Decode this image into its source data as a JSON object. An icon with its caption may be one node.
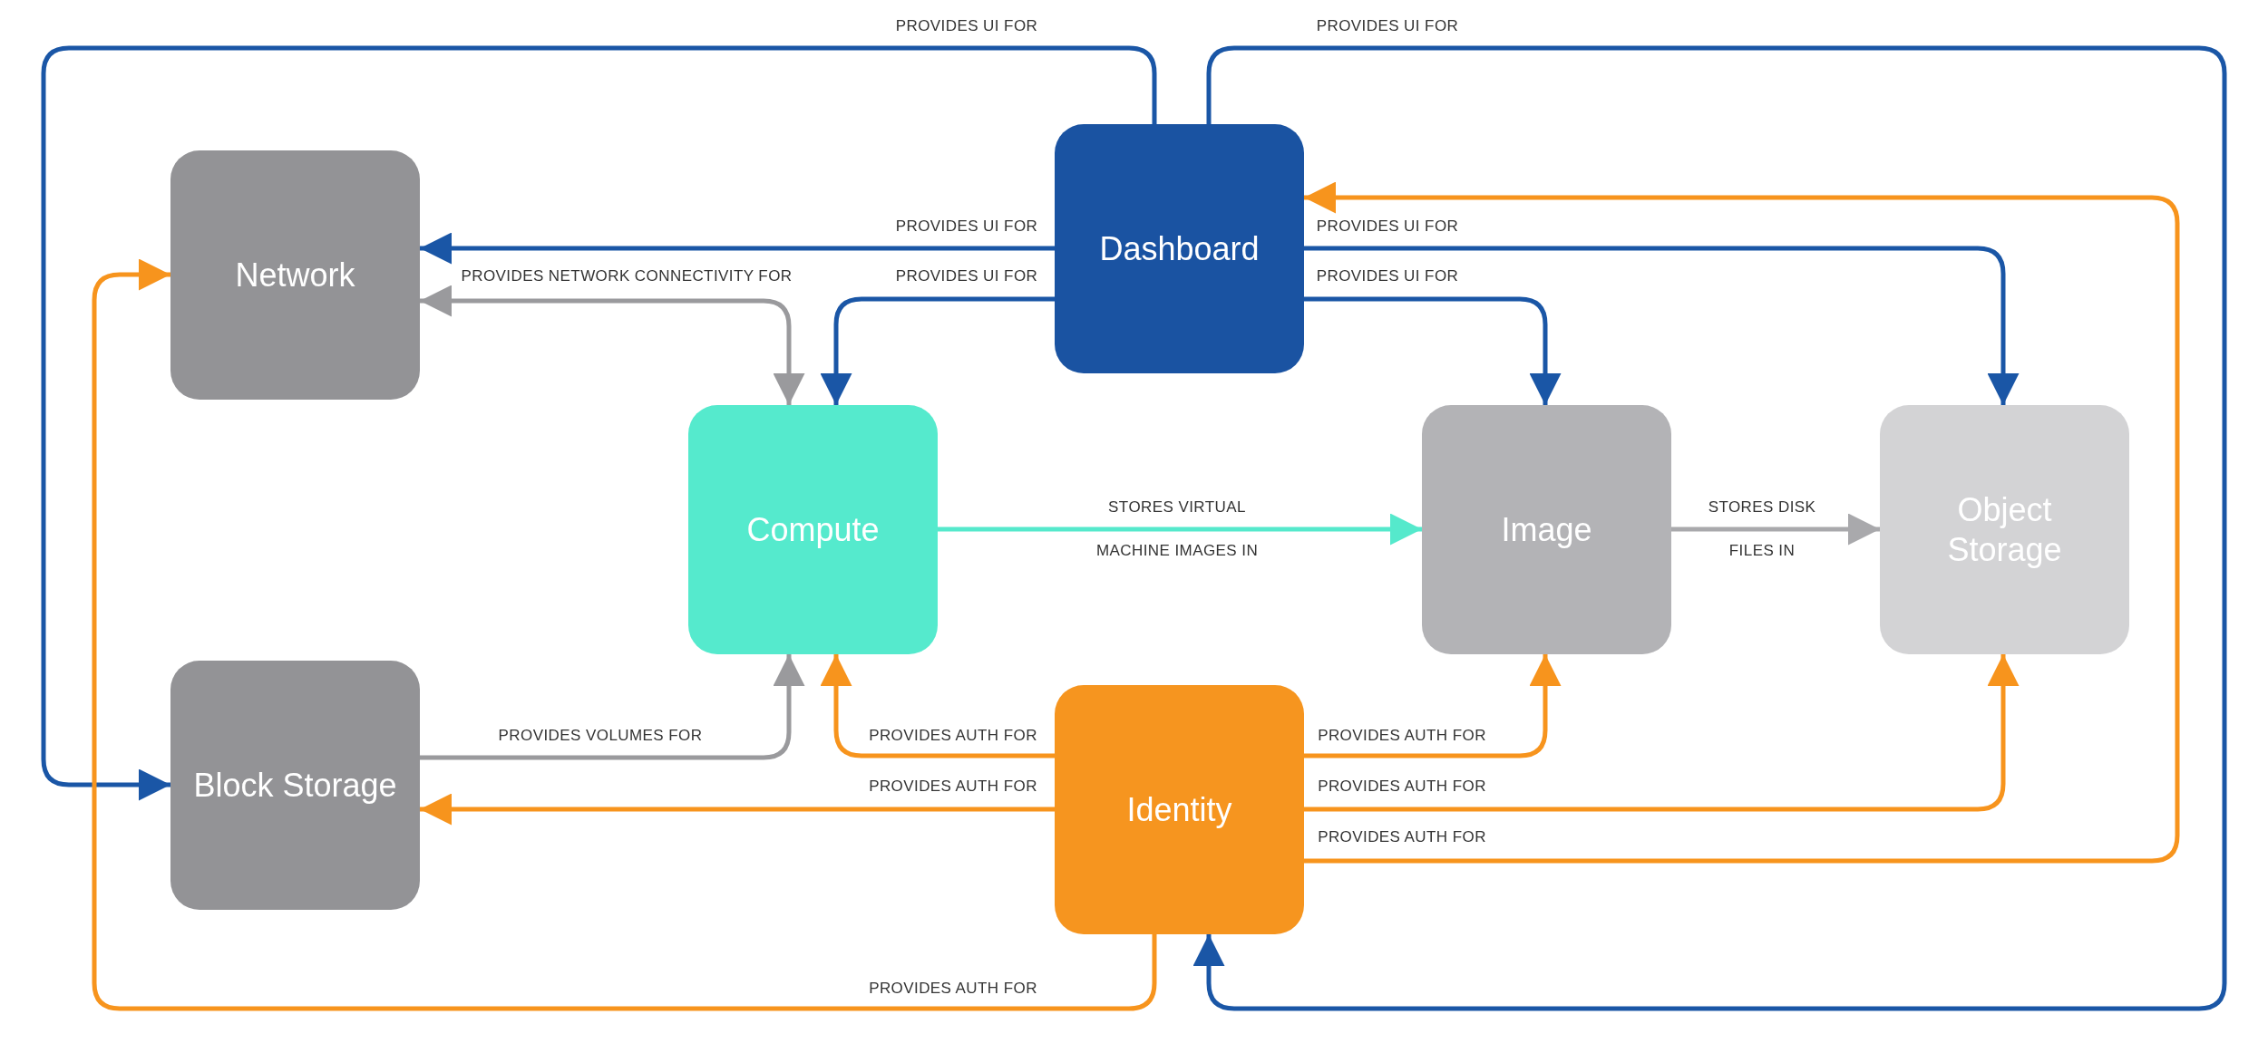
{
  "diagram": {
    "nodes": [
      {
        "text": [
          "Network"
        ]
      },
      {
        "text": [
          "Dashboard"
        ]
      },
      {
        "text": [
          "Compute"
        ]
      },
      {
        "text": [
          "Image"
        ]
      },
      {
        "text": [
          "Object Storage"
        ]
      },
      {
        "text": [
          "Block Storage"
        ]
      },
      {
        "text": [
          "Identity"
        ]
      }
    ],
    "edges": [
      {
        "from": 1,
        "to": 5,
        "arrow": "to",
        "label": "PROVIDES UI FOR"
      },
      {
        "from": 1,
        "to": 0,
        "arrow": "to",
        "label": "PROVIDES UI FOR"
      },
      {
        "from": 1,
        "to": 2,
        "arrow": "to",
        "label": "PROVIDES UI FOR"
      },
      {
        "from": 1,
        "to": 3,
        "arrow": "to",
        "label": "PROVIDES UI FOR"
      },
      {
        "from": 1,
        "to": 4,
        "arrow": "to",
        "label": "PROVIDES UI FOR"
      },
      {
        "from": 1,
        "to": 6,
        "arrow": "to",
        "label": "PROVIDES UI FOR"
      },
      {
        "from": 2,
        "to": 3,
        "arrow": "to",
        "label": "STORES VIRTUAL MACHINE IMAGES IN",
        "color": "#55e9cc"
      },
      {
        "from": 3,
        "to": 4,
        "arrow": "to",
        "label": "STORES DISK FILES IN",
        "color": "#a9a9ac"
      },
      {
        "from": 0,
        "to": 2,
        "arrow": "both",
        "label": "PROVIDES NETWORK CONNECTIVITY FOR",
        "color": "#9a9a9d"
      },
      {
        "from": 5,
        "to": 2,
        "arrow": "to",
        "label": "PROVIDES VOLUMES FOR",
        "color": "#9a9a9d"
      },
      {
        "from": 6,
        "to": 2,
        "arrow": "to",
        "label": "PROVIDES AUTH FOR",
        "color": "#f7941d"
      },
      {
        "from": 6,
        "to": 5,
        "arrow": "to",
        "label": "PROVIDES AUTH FOR",
        "color": "#f7941d"
      },
      {
        "from": 6,
        "to": 3,
        "arrow": "to",
        "label": "PROVIDES AUTH FOR",
        "color": "#f7941d"
      },
      {
        "from": 6,
        "to": 4,
        "arrow": "to",
        "label": "PROVIDES AUTH FOR",
        "color": "#f7941d"
      },
      {
        "from": 6,
        "to": 1,
        "arrow": "to",
        "label": "PROVIDES AUTH FOR",
        "color": "#f7941d"
      },
      {
        "from": 6,
        "to": 0,
        "arrow": "to",
        "label": "PROVIDES AUTH FOR",
        "color": "#f7941d"
      }
    ]
  }
}
